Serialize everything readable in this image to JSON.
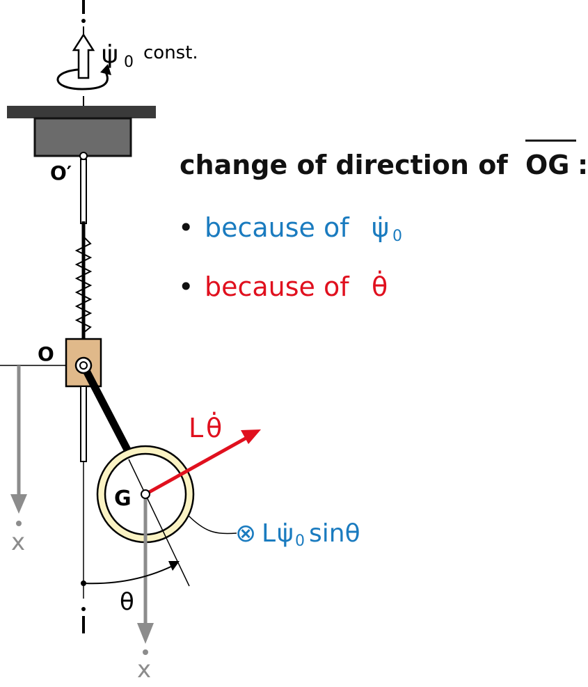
{
  "top_label": {
    "symbol": "ψ̇",
    "subscript": "0",
    "suffix": "const."
  },
  "heading": {
    "text": "change of direction of ",
    "segment": "OG",
    "colon": ":"
  },
  "bullets": [
    {
      "marker": "•",
      "text": "because of ",
      "symbol": "ψ̇",
      "subscript": "0",
      "color": "#1a7bbf"
    },
    {
      "marker": "•",
      "text": "because of ",
      "symbol": "θ̇",
      "subscript": "",
      "color": "#e0101e"
    }
  ],
  "points": {
    "o_prime": "O′",
    "o": "O",
    "g": "G"
  },
  "vectors": {
    "l_theta_dot": {
      "prefix": "L",
      "symbol": "θ̇",
      "color": "#e0101e"
    },
    "l_psi_sin": {
      "marker": "⊗",
      "prefix": "L",
      "symbol": "ψ̇",
      "subscript": "0",
      "suffix": "sinθ",
      "color": "#1a7bbf"
    }
  },
  "angle_label": "θ",
  "x_axis_label_left": "x",
  "x_axis_label_bottom": "x",
  "colors": {
    "blue": "#1a7bbf",
    "red": "#e0101e",
    "gray": "#8c8c8c",
    "block": "#e0b98a",
    "support": "#6b6b6b",
    "ring": "#fbf3c4"
  }
}
